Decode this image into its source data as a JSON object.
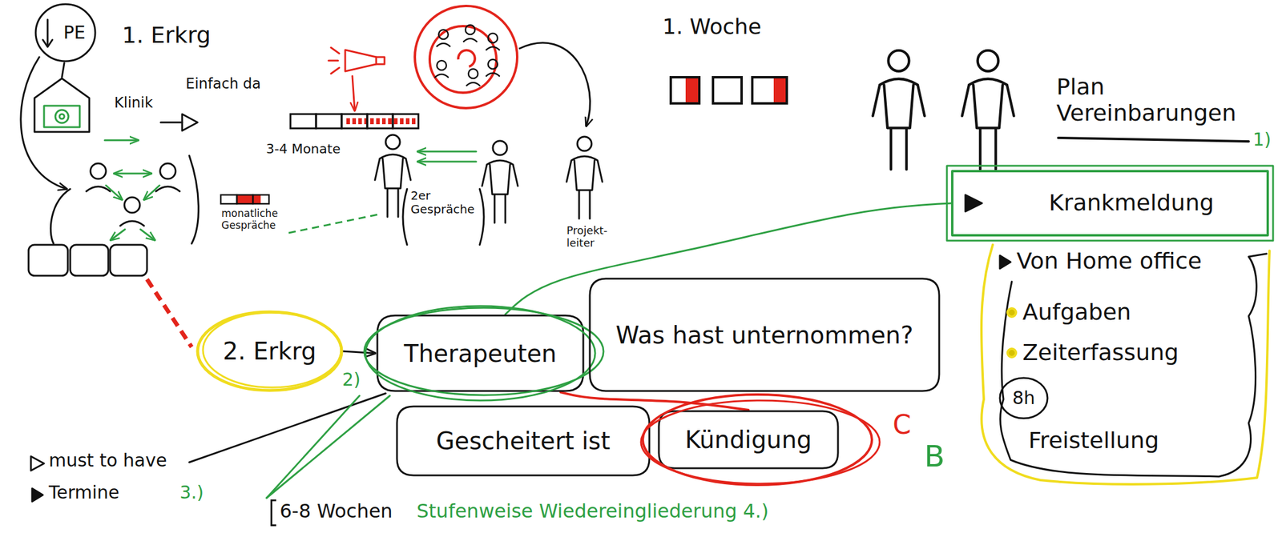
{
  "diagram": {
    "nodes": [
      {
        "text": [
          "PE"
        ]
      },
      {
        "text": [
          "2. Erkrg"
        ]
      },
      {
        "text": [
          "Therapeuten"
        ]
      },
      {
        "text": [
          "Was hast unternommen?"
        ]
      },
      {
        "text": [
          "Gescheitert ist"
        ]
      },
      {
        "text": [
          "Kündigung"
        ]
      },
      {
        "text": [
          "Krankmeldung"
        ]
      },
      {
        "text": [
          "Von Home office",
          "Aufgaben",
          "Zeiterfassung",
          "Freistellung"
        ]
      },
      {
        "text": [
          "8h"
        ],
        "in": 7
      }
    ],
    "edges": [
      {
        "from": 1,
        "to": 2,
        "arrow": "to"
      },
      {
        "from": 2,
        "to": 6,
        "arrow": "none"
      },
      {
        "from": 2,
        "to": 5,
        "arrow": "none"
      }
    ],
    "labels": [
      "1. Erkrg",
      "Klinik",
      "Einfach da",
      "3-4 Monate",
      "monatliche Gespräche",
      "2er Gespräche",
      "Projekt- leiter",
      "1. Woche",
      "Plan Vereinbarungen",
      "1)",
      "2)",
      "C",
      "B",
      "must to have",
      "Termine",
      "3.)",
      "6-8 Wochen",
      "Stufenweise Wiedereingliederung 4.)"
    ]
  }
}
